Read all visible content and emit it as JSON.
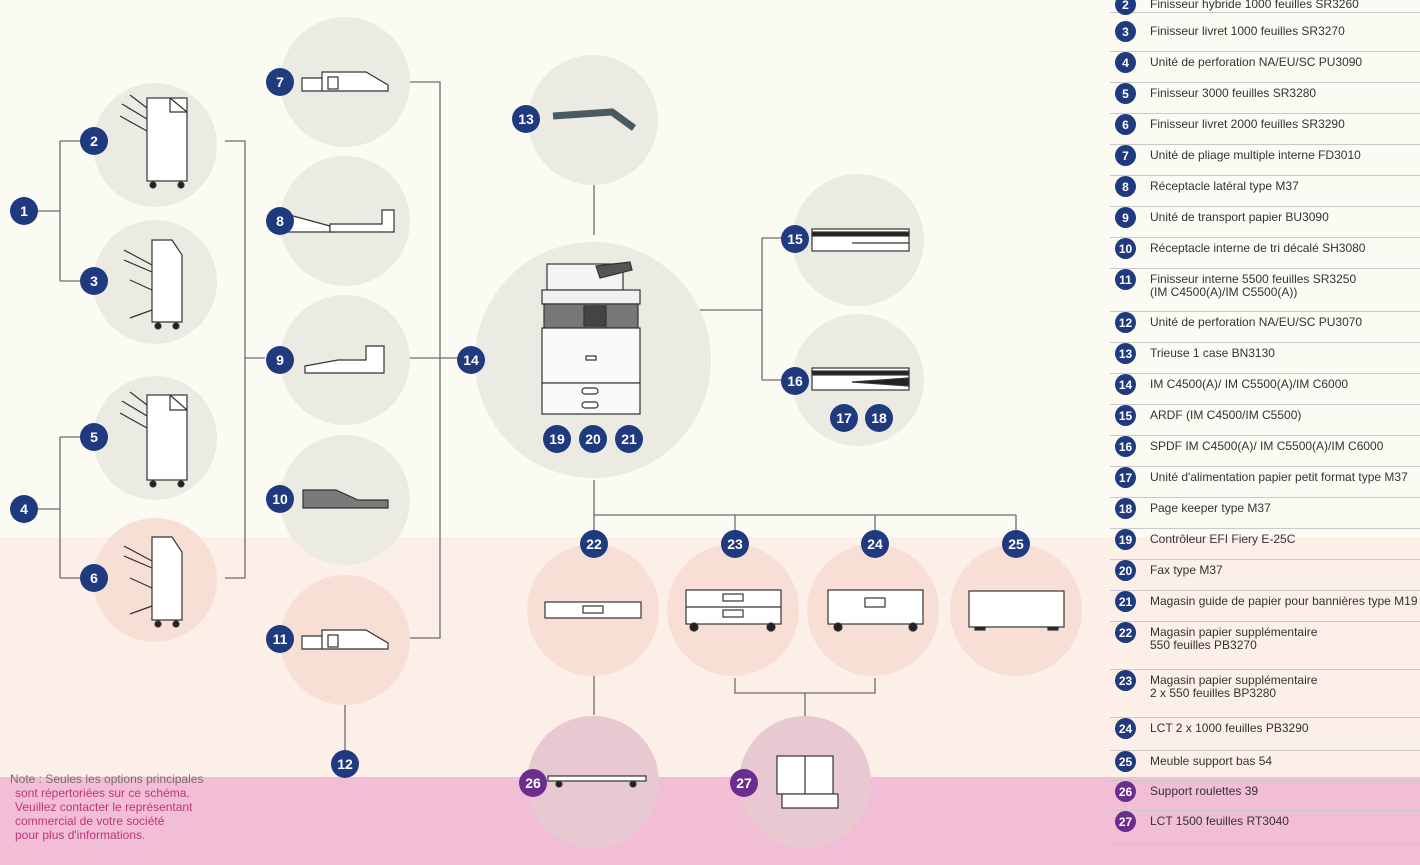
{
  "colors": {
    "badge": "#1f3a7f",
    "badge_purple": "#6b2d8e",
    "circle_light": "#ebebe3",
    "circle_peach": "#f8dfd6",
    "note_pink": "#f2bed6",
    "line": "#6b6b6b"
  },
  "diagram_badges": [
    "1",
    "2",
    "3",
    "4",
    "5",
    "6",
    "7",
    "8",
    "9",
    "10",
    "11",
    "12",
    "13",
    "14",
    "15",
    "16",
    "17",
    "18",
    "19",
    "20",
    "21",
    "22",
    "23",
    "24",
    "25",
    "26",
    "27"
  ],
  "legend": [
    {
      "num": "2",
      "text": "Finisseur hybride 1000 feuilles SR3260"
    },
    {
      "num": "3",
      "text": "Finisseur livret 1000 feuilles SR3270"
    },
    {
      "num": "4",
      "text": "Unité de perforation NA/EU/SC PU3090"
    },
    {
      "num": "5",
      "text": "Finisseur 3000 feuilles SR3280"
    },
    {
      "num": "6",
      "text": "Finisseur livret 2000 feuilles SR3290"
    },
    {
      "num": "7",
      "text": "Unité de pliage multiple interne FD3010"
    },
    {
      "num": "8",
      "text": "Réceptacle latéral type M37"
    },
    {
      "num": "9",
      "text": "Unité de transport papier BU3090"
    },
    {
      "num": "10",
      "text": "Réceptacle interne de tri décalé SH3080"
    },
    {
      "num": "11",
      "text": "Finisseur interne 5500 feuilles SR3250\n(IM C4500(A)/IM C5500(A))"
    },
    {
      "num": "12",
      "text": "Unité de perforation NA/EU/SC PU3070"
    },
    {
      "num": "13",
      "text": "Trieuse 1 case BN3130"
    },
    {
      "num": "14",
      "text": "IM C4500(A)/ IM C5500(A)/IM C6000"
    },
    {
      "num": "15",
      "text": "ARDF (IM C4500/IM C5500)"
    },
    {
      "num": "16",
      "text": "SPDF IM C4500(A)/ IM C5500(A)/IM C6000"
    },
    {
      "num": "17",
      "text": "Unité d'alimentation papier petit format type M37"
    },
    {
      "num": "18",
      "text": "Page keeper type M37"
    },
    {
      "num": "19",
      "text": "Contrôleur EFI Fiery E-25C"
    },
    {
      "num": "20",
      "text": "Fax type M37"
    },
    {
      "num": "21",
      "text": "Magasin guide de papier pour bannières type M19"
    },
    {
      "num": "22",
      "text": "Magasin papier supplémentaire\n550 feuilles PB3270"
    },
    {
      "num": "23",
      "text": "Magasin papier supplémentaire\n2 x 550 feuilles BP3280"
    },
    {
      "num": "24",
      "text": "LCT 2 x 1000 feuilles PB3290"
    },
    {
      "num": "25",
      "text": "Meuble support bas 54"
    },
    {
      "num": "26",
      "text": "Support roulettes 39"
    },
    {
      "num": "27",
      "text": "LCT 1500 feuilles RT3040"
    }
  ],
  "note": {
    "first_line": "Note : Seules les options principales",
    "rest": "sont répertoriées sur ce schéma.\nVeuillez contacter le représentant\ncommercial de votre société\npour plus d'informations."
  }
}
